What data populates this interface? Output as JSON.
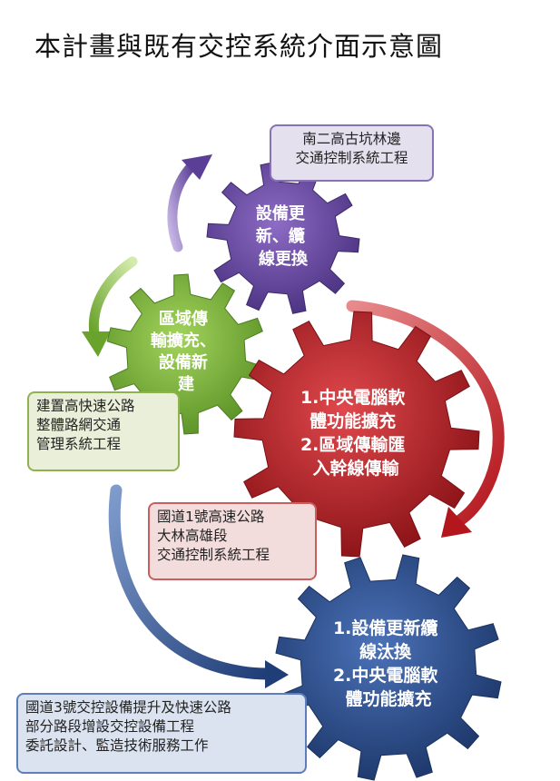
{
  "title": "本計畫與既有交控系統介面示意圖",
  "colors": {
    "purple": "#6a4aa2",
    "green": "#7fb23a",
    "red": "#b8232b",
    "blue": "#2e4f8c"
  },
  "gears": {
    "purple": {
      "lines": [
        "設備更",
        "新、纜",
        "線更換"
      ]
    },
    "green": {
      "lines": [
        "區域傳",
        "輸擴充、",
        "設備新",
        "建"
      ]
    },
    "red": {
      "lines": [
        "1.中央電腦軟",
        "體功能擴充",
        "2.區域傳輸匯",
        "入幹線傳輸"
      ]
    },
    "blue": {
      "lines": [
        "1.設備更新纜",
        "線汰換",
        "2.中央電腦軟",
        "體功能擴充"
      ]
    }
  },
  "boxes": {
    "purple": {
      "lines": [
        "南二高古坑林邊",
        "交通控制系統工程"
      ]
    },
    "green": {
      "lines": [
        "建置高快速公路",
        "整體路網交通",
        "管理系統工程"
      ]
    },
    "red": {
      "lines": [
        "國道1號高速公路",
        "大林高雄段",
        "交通控制系統工程"
      ]
    },
    "blue": {
      "lines": [
        "國道3號交控設備提升及快速公路",
        "部分路段增設交控設備工程",
        "委託設計、監造技術服務工作"
      ]
    }
  }
}
